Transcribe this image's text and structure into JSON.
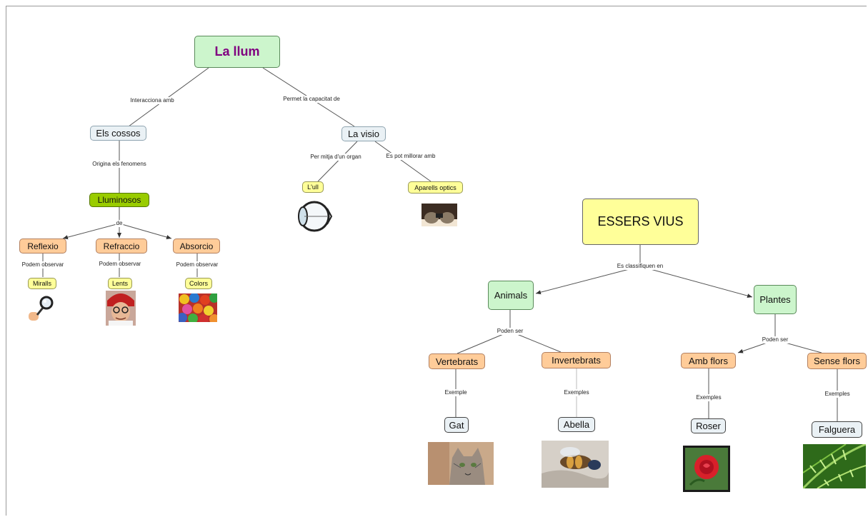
{
  "colors": {
    "title_llum_bg": "#ccf5cc",
    "title_llum_text": "#800080",
    "essers_bg": "#ffff99",
    "concept_bg": "#eaf1f5",
    "green_concept_bg": "#ccf5cc",
    "lluminosos_bg": "#99cc00",
    "orange_bg": "#ffcc99",
    "yellow_bg": "#ffff99",
    "line": "#555555"
  },
  "nodes": {
    "la_llum": "La llum",
    "els_cossos": "Els cossos",
    "la_visio": "La visio",
    "lluminosos": "Lluminosos",
    "reflexio": "Reflexio",
    "refraccio": "Refraccio",
    "absorcio": "Absorcio",
    "miralls": "Miralls",
    "lents": "Lents",
    "colors": "Colors",
    "lull": "L'ull",
    "aparells": "Aparells optics",
    "essers_vius": "ESSERS VIUS",
    "animals": "Animals",
    "plantes": "Plantes",
    "vertebrats": "Vertebrats",
    "invertebrats": "Invertebrats",
    "amb_flors": "Amb flors",
    "sense_flors": "Sense flors",
    "gat": "Gat",
    "abella": "Abella",
    "roser": "Roser",
    "falguera": "Falguera"
  },
  "links": {
    "interacciona": "Interacciona amb",
    "permet": "Permet la capacitat de",
    "origina": "Origina els fenomens",
    "de": "de",
    "podem1": "Podem observar",
    "podem2": "Podem observar",
    "podem3": "Podem observar",
    "per_mitja": "Per mitja d'un organ",
    "es_pot": "Es pot millorar amb",
    "classifiquen": "Es classifiquen en",
    "poden_ser_animals": "Poden ser",
    "poden_ser_plantes": "Poden ser",
    "exemple": "Exemple",
    "exemples_inv": "Exemples",
    "exemples_amb": "Exemples",
    "exemples_sense": "Exemples"
  },
  "images": {
    "miralls": "magnifier-image",
    "lents": "child-with-glasses-image",
    "colors": "colored-balls-image",
    "ull": "eye-diagram-image",
    "aparells": "binoculars-image",
    "gat": "cat-photo",
    "abella": "bee-photo",
    "roser": "rose-photo",
    "falguera": "fern-photo"
  }
}
